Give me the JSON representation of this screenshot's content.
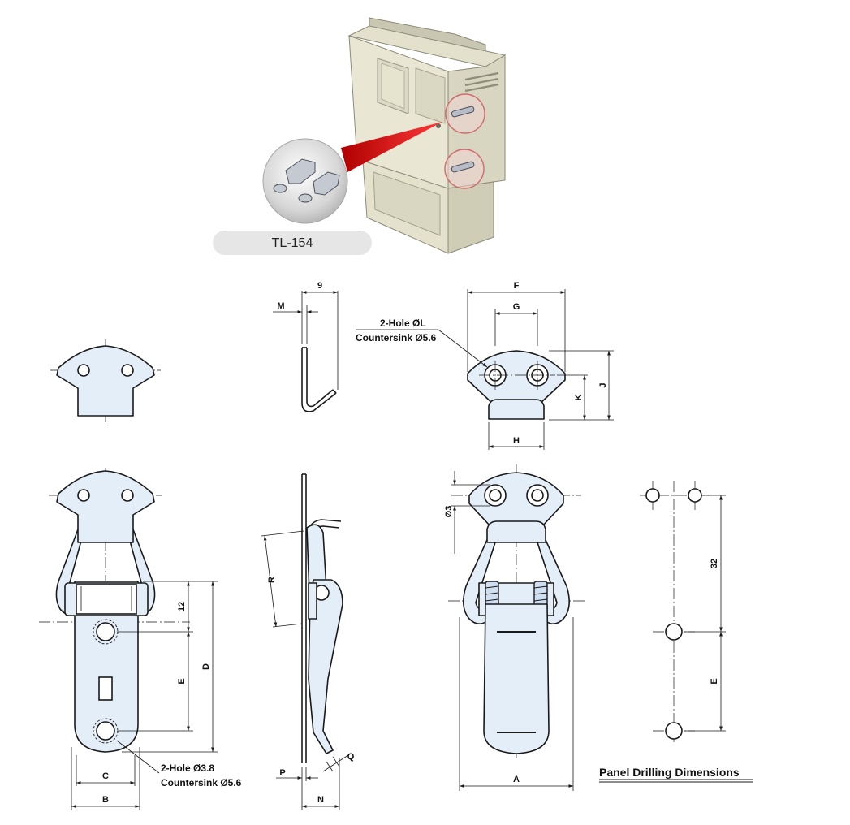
{
  "product": {
    "model_label": "TL-154",
    "panel_drilling_title": "Panel Drilling Dimensions"
  },
  "dimensions": {
    "top_side_width": "9",
    "top_side_thickness": "M",
    "top_width": "F",
    "top_hole_pitch": "G",
    "top_base_width": "H",
    "top_height": "J",
    "top_base_height": "K",
    "top_hole_note_1": "2-Hole ØL",
    "top_hole_note_2": "Countersink Ø5.6",
    "front_offset": "12",
    "front_length": "D",
    "front_hole_pitch": "E",
    "front_inner_width": "C",
    "front_outer_width": "B",
    "front_hole_note_1": "2-Hole Ø3.8",
    "front_hole_note_2": "Countersink Ø5.6",
    "side_reach": "R",
    "side_thickness": "P",
    "side_depth": "N",
    "side_lip": "Q",
    "back_hole_dia": "Ø3",
    "back_width": "A",
    "drill_pitch": "32",
    "drill_hole_pitch": "E"
  },
  "colors": {
    "part_fill": "#e4eef9",
    "outline": "#1a1a1a",
    "pointer_red": "#e01010",
    "badge_fill": "#e6e6e6"
  }
}
